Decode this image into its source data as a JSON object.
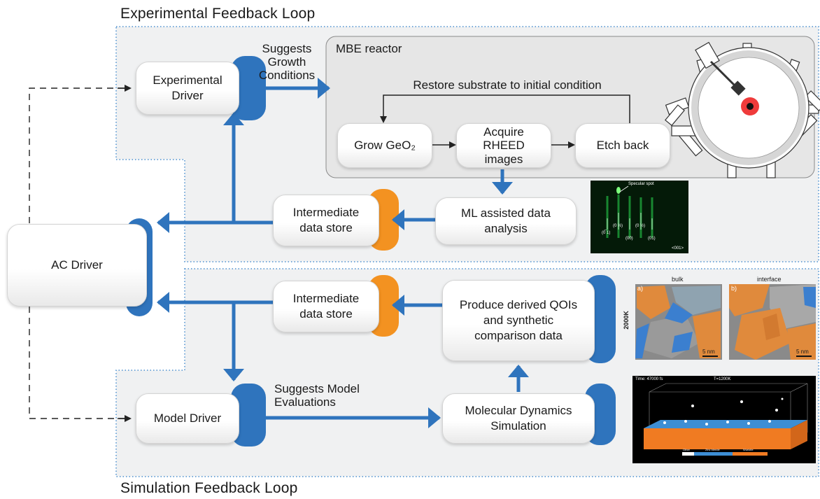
{
  "titles": {
    "experimental_loop": "Experimental Feedback Loop",
    "simulation_loop": "Simulation Feedback Loop"
  },
  "nodes": {
    "ac_driver": "AC Driver",
    "experimental_driver": "Experimental\nDriver",
    "model_driver": "Model Driver",
    "intermediate_store_exp": "Intermediate\ndata store",
    "intermediate_store_sim": "Intermediate\ndata store",
    "ml_analysis": "ML assisted data\nanalysis",
    "derived_qois": "Produce derived QOIs\nand synthetic\ncomparison data",
    "md_simulation": "Molecular Dynamics\nSimulation"
  },
  "mbe": {
    "label": "MBE reactor",
    "restore": "Restore substrate to initial condition",
    "grow": "Grow GeO₂",
    "acquire": "Acquire\nRHEED\nimages",
    "etch": "Etch back"
  },
  "arrow_labels": {
    "suggests_growth": "Suggests\nGrowth\nConditions",
    "suggests_model": "Suggests Model\nEvaluations"
  },
  "rheed": {
    "specular": "Specular spot",
    "labels": [
      "(0̅ 1)",
      "(0 ½)",
      "(00)",
      "(0 ½)",
      "(01)"
    ],
    "direction": "<001>"
  },
  "md_panels": {
    "bulk": "bulk",
    "interface": "interface",
    "panel_a": "a)",
    "panel_b": "b)",
    "temp_side": "2000K",
    "scale_a": "5 nm",
    "scale_b": "5 nm"
  },
  "md_snapshot": {
    "time": "Time: 47000 fs",
    "temp": "T=1200K",
    "legend": [
      "Other",
      "Zinc blende",
      "Wurtzite"
    ]
  },
  "colors": {
    "arrow_blue": "#2f74bd",
    "accent_orange": "#f39221",
    "dotted_border": "#4a8fd0"
  }
}
